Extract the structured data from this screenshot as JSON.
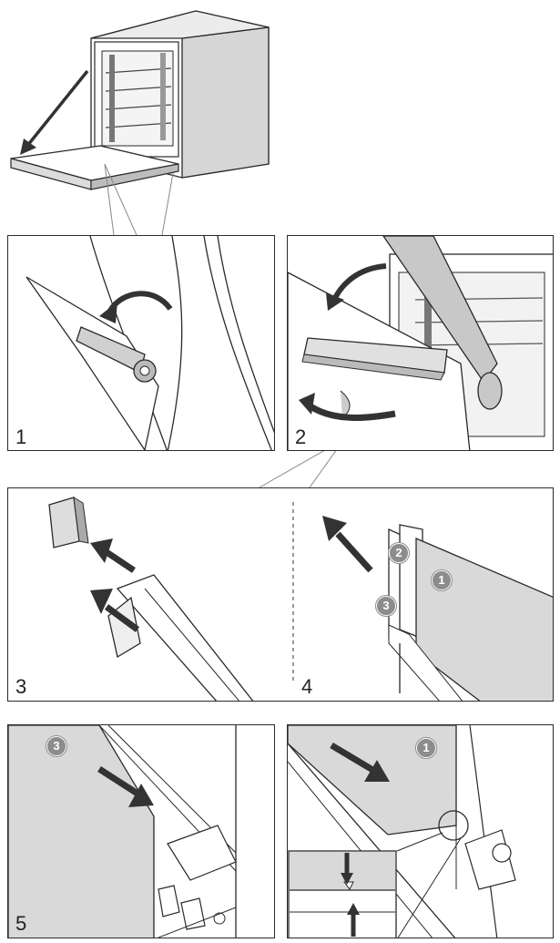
{
  "steps": [
    {
      "label": "1"
    },
    {
      "label": "2"
    },
    {
      "label": "3"
    },
    {
      "label": "4"
    },
    {
      "label": "5"
    },
    {
      "label": ""
    }
  ],
  "badges": {
    "step4_pane_a": "2",
    "step4_pane_b": "1",
    "step4_pane_c": "3",
    "step5_pane": "3",
    "step6_pane": "1"
  },
  "colors": {
    "line": "#2a2a2a",
    "arrow": "#333333",
    "glass": "#d9d9d9",
    "hand": "#c8c8c8",
    "badge": "#8c8c8c"
  },
  "icons": [
    "oven-icon",
    "rotate-arrow-icon",
    "push-arrow-icon",
    "hinge-lever-icon",
    "door-cover-icon",
    "glass-pane-icon",
    "magnifier-circle-icon"
  ]
}
